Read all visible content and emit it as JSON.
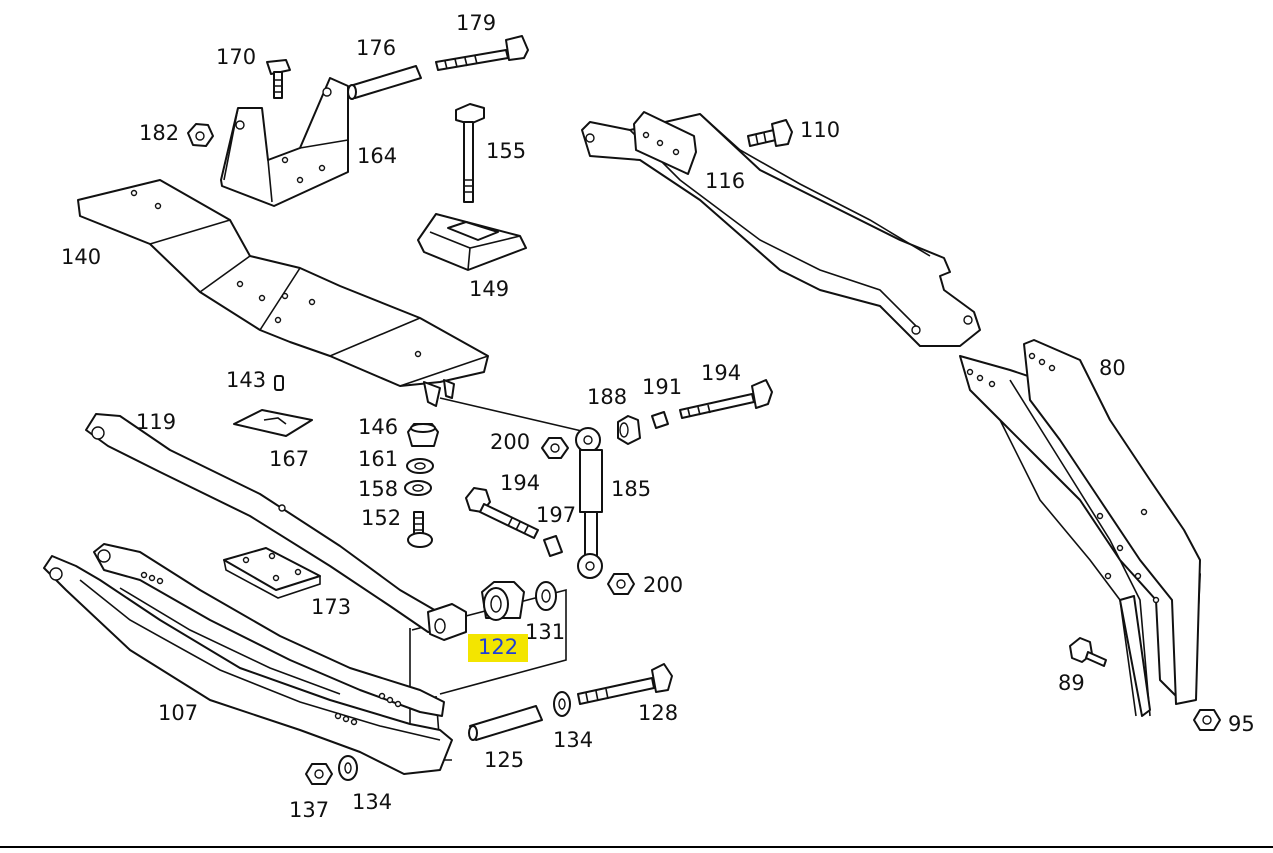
{
  "highlight_color": "#f3e500",
  "highlight_text_color": "#1f3fd6",
  "labels": {
    "l170": "170",
    "l176": "176",
    "l179": "179",
    "l182": "182",
    "l164": "164",
    "l155": "155",
    "l110": "110",
    "l116": "116",
    "l140": "140",
    "l149": "149",
    "l143": "143",
    "l167": "167",
    "l119": "119",
    "l146": "146",
    "l161": "161",
    "l158": "158",
    "l152": "152",
    "l188": "188",
    "l191": "191",
    "l194a": "194",
    "l200a": "200",
    "l185": "185",
    "l194b": "194",
    "l197": "197",
    "l200b": "200",
    "l80": "80",
    "l173": "173",
    "l131": "131",
    "l122": "122",
    "l107": "107",
    "l128": "128",
    "l134a": "134",
    "l125": "125",
    "l137": "137",
    "l134b": "134",
    "l89": "89",
    "l95": "95"
  }
}
